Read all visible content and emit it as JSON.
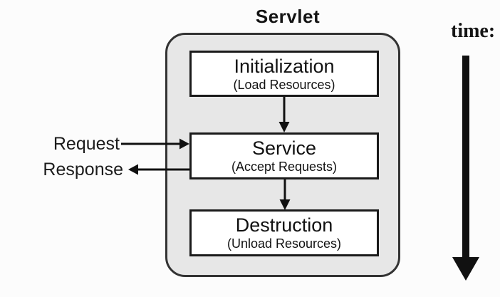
{
  "diagram": {
    "title": "Servlet",
    "time_axis_label": "time:",
    "labels": {
      "request": "Request",
      "response": "Response"
    },
    "stages": [
      {
        "name": "Initialization",
        "subtitle": "(Load Resources)"
      },
      {
        "name": "Service",
        "subtitle": "(Accept Requests)"
      },
      {
        "name": "Destruction",
        "subtitle": "(Unload Resources)"
      }
    ],
    "arrows": [
      "initialization-to-service",
      "service-to-destruction",
      "request-into-service",
      "response-out-of-service",
      "time-downward"
    ],
    "colors": {
      "container_fill": "#e7e7e7",
      "container_border": "#333333",
      "box_fill": "#ffffff",
      "box_border": "#1a1a1a",
      "arrow": "#111111",
      "background": "#fcfcfc"
    }
  }
}
